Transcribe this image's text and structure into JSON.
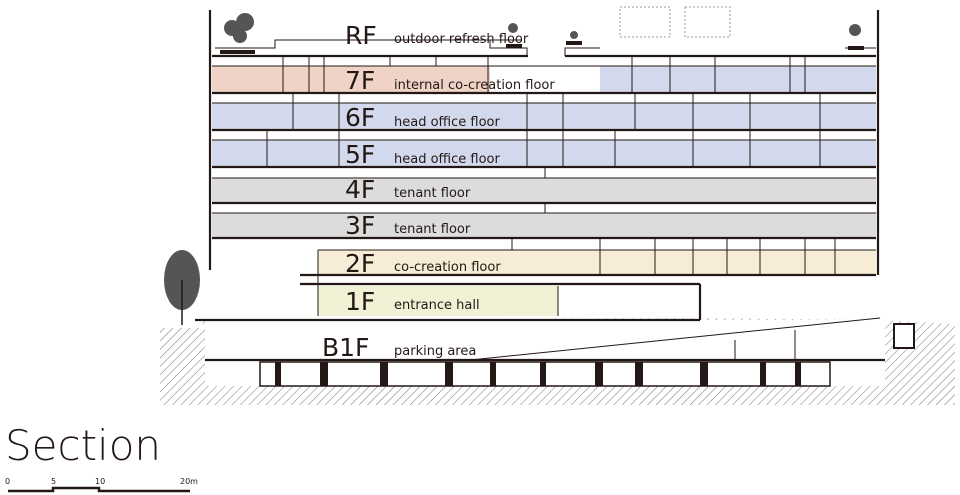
{
  "floors": [
    {
      "level": "RF",
      "name": "outdoor refresh floor"
    },
    {
      "level": "7F",
      "name": "internal co-creation floor"
    },
    {
      "level": "6F",
      "name": "head office floor"
    },
    {
      "level": "5F",
      "name": "head office floor"
    },
    {
      "level": "4F",
      "name": "tenant floor"
    },
    {
      "level": "3F",
      "name": "tenant floor"
    },
    {
      "level": "2F",
      "name": "co-creation floor"
    },
    {
      "level": "1F",
      "name": "entrance hall"
    },
    {
      "level": "B1F",
      "name": "parking area"
    }
  ],
  "title": "Section",
  "scale_bar": {
    "ticks": [
      "0",
      "5",
      "10",
      "20m"
    ]
  },
  "colors": {
    "internal": "#efd3c6",
    "office": "#d3d9ec",
    "tenant": "#dcdcdc",
    "cocreation": "#f7ecd6",
    "entrance": "#f1f1d5",
    "ink": "#231815"
  }
}
